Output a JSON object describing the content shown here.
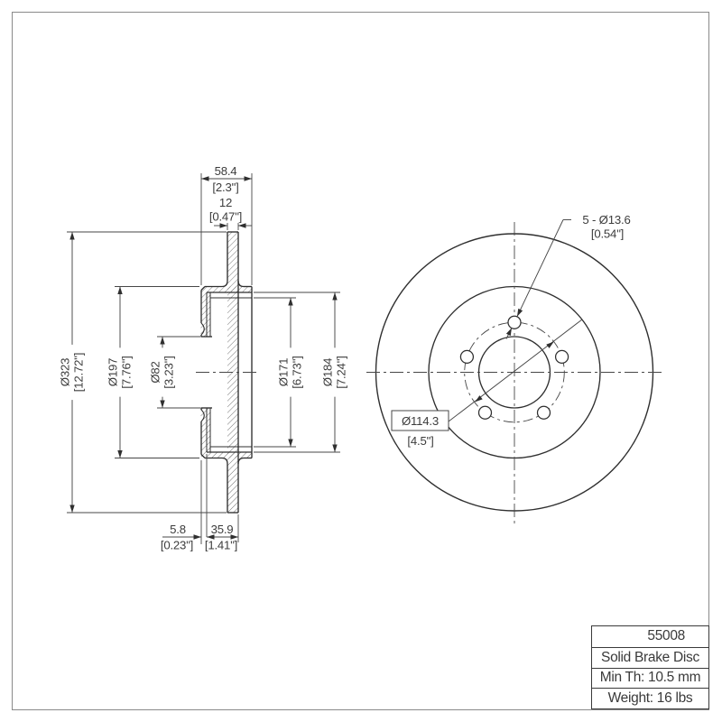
{
  "page": {
    "background": "#ffffff",
    "border_color": "#8a8a8a"
  },
  "drawing": {
    "title": "Brake rotor technical drawing, section view and front view",
    "line_color": "#2f2f2f",
    "dim_color": "#474747",
    "text_color": "#3c3c3c",
    "dimensions": {
      "overall_width": {
        "mm": "58.4",
        "inch": "[2.3\"]"
      },
      "disc_thickness": {
        "mm": "12",
        "inch": "[0.47\"]"
      },
      "outer_diameter": {
        "mm": "Ø323",
        "inch": "[12.72\"]"
      },
      "hat_outer_diameter": {
        "mm": "Ø197",
        "inch": "[7.76\"]"
      },
      "center_bore": {
        "mm": "Ø82",
        "inch": "[3.23\"]"
      },
      "register_diameter": {
        "mm": "Ø171",
        "inch": "[6.73\"]"
      },
      "hat_inner_diameter": {
        "mm": "Ø184",
        "inch": "[7.24\"]"
      },
      "mount_face_thickness": {
        "mm": "5.8",
        "inch": "[0.23\"]"
      },
      "hat_depth": {
        "mm": "35.9",
        "inch": "[1.41\"]"
      },
      "lug_holes": {
        "mm": "5 - Ø13.6",
        "inch": "[0.54\"]"
      },
      "bolt_circle": {
        "mm": "Ø114.3",
        "inch": "[4.5\"]"
      }
    },
    "info_table": {
      "part_number": "55008",
      "description": "Solid Brake Disc",
      "min_thickness": "Min Th: 10.5 mm",
      "weight": "Weight: 16 lbs"
    }
  }
}
